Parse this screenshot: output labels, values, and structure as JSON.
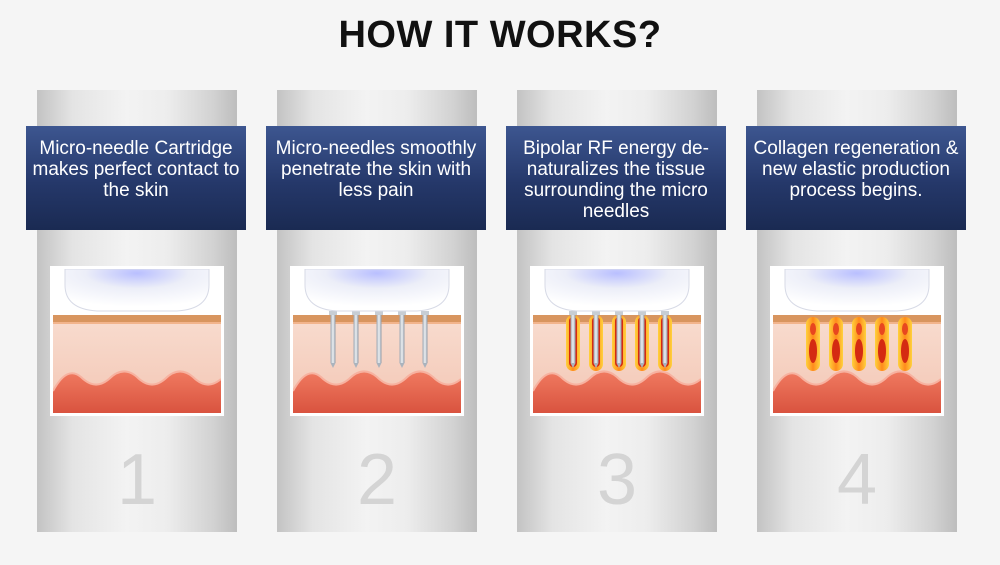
{
  "header": {
    "title": "HOW IT WORKS?"
  },
  "steps": [
    {
      "caption": "Micro-needle Cartridge makes perfect contact to the skin",
      "number": "1",
      "needles": false,
      "heat": "none"
    },
    {
      "caption": "Micro-needles smoothly penetrate the skin with less pain",
      "number": "2",
      "needles": true,
      "heat": "none"
    },
    {
      "caption": "Bipolar RF energy de-naturalizes the tissue surrounding the micro needles",
      "number": "3",
      "needles": true,
      "heat": "needles"
    },
    {
      "caption": "Collagen regeneration & new elastic production process begins.",
      "number": "4",
      "needles": false,
      "heat": "columns"
    }
  ],
  "colors": {
    "caption_bg": "#25386a",
    "caption_text": "#ffffff",
    "skin_surface": "#d8955f",
    "skin_layer": "#f3c6b4",
    "dermis": "#e66a57",
    "heat_core": "#d42a12",
    "heat_glow": "#ffd23c"
  }
}
